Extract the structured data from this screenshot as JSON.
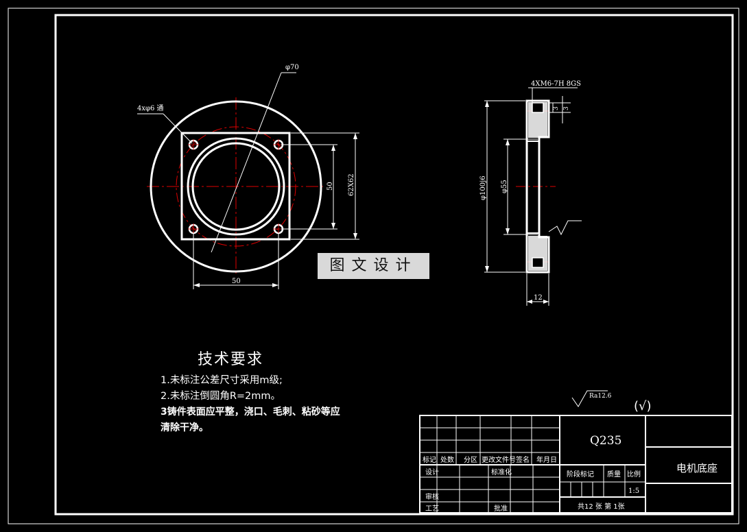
{
  "drawing": {
    "dims": {
      "phi70": "φ70",
      "holes": "4xφ6 通",
      "d50_v": "50",
      "d62": "62X62",
      "d50_h": "50",
      "thread": "4XM6-7H 8GS",
      "d3a": "3",
      "d3b": "3",
      "d100": "φ100j6",
      "d55": "φ55",
      "d12": "12"
    }
  },
  "watermark": "图文设计",
  "notes": {
    "title": "技术要求",
    "line1": "1.未标注公差尺寸采用m级;",
    "line2": "2.未标注倒圆角R=2mm。",
    "line3": "3铸件表面应平整，浇口、毛刺、粘砂等应",
    "line4": "清除干净。"
  },
  "roughness": {
    "value": "Ra12.6",
    "paren": "(√)"
  },
  "titleblock": {
    "material": "Q235",
    "name": "电机底座",
    "h_mark": "标记",
    "h_count": "处数",
    "h_zone": "分区",
    "h_doc": "更改文件号",
    "h_sign": "签名",
    "h_date": "年月日",
    "h_design": "设计",
    "h_std": "标准化",
    "h_stage": "阶段标记",
    "h_weight": "质量",
    "h_scale": "比例",
    "scale": "1:5",
    "h_review": "审核",
    "h_process": "工艺",
    "h_approve": "批准",
    "sheets": "共12 张  第 1张"
  }
}
